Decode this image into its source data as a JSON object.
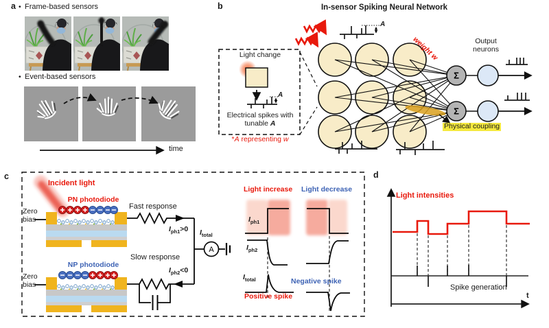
{
  "panel_a": {
    "label": "a",
    "bullet": "•",
    "frame_title": "Frame-based sensors",
    "event_title": "Event-based sensors",
    "time_label": "time"
  },
  "panel_b": {
    "label": "b",
    "title": "In-sensor Spiking Neural Network",
    "inset_title": "Light change",
    "caption_line1": "Electrical spikes with",
    "caption_line2": "tunable",
    "amplitude": "A",
    "footnote_star": "*",
    "footnote_a": "A",
    "footnote_mid": " representing ",
    "footnote_w": "w",
    "weight_label": "weight w",
    "sigma": "Σ",
    "output_line1": "Output",
    "output_line2": "neurons",
    "coupling": "Physical coupling"
  },
  "panel_c": {
    "label": "c",
    "incident": "Incident light",
    "pn": "PN photodiode",
    "np": "NP photodiode",
    "zero": "Zero",
    "bias": "bias",
    "fast": "Fast response",
    "slow": "Slow response",
    "I": "I",
    "sub_ph1": "ph1",
    "sub_ph2": "ph2",
    "sub_total": "total",
    "gt": ">0",
    "lt": "<0",
    "ammeter": "A",
    "inc": "Light increase",
    "dec": "Light decrease",
    "pos": "Positive spike",
    "neg": "Negative spike"
  },
  "panel_d": {
    "label": "d",
    "intensities": "Light intensities",
    "spikes": "Spike generation",
    "t": "t"
  },
  "colors": {
    "accent_red": "#e8190c",
    "accent_blue": "#3f64b5",
    "neuron_fill": "#f8ecc8",
    "sigma_fill": "#b4b4b4",
    "output_fill": "#dce8f7",
    "coupling_highlight": "#f5e93e",
    "coupling_gold": "#d9a01e",
    "electrode_yellow": "#f0b41e",
    "event_gray": "#9b9b9b"
  },
  "chart_data": {
    "type": "line",
    "title": "Light intensities with spike generation (panel d)",
    "xlabel": "t",
    "ylabel": "Light intensities",
    "steps": [
      {
        "t": 0.0,
        "level": 1.0
      },
      {
        "t": 1.0,
        "level": 1.45
      },
      {
        "t": 1.45,
        "level": 0.95
      },
      {
        "t": 2.2,
        "level": 1.35
      },
      {
        "t": 3.1,
        "level": 1.85
      },
      {
        "t": 4.6,
        "level": 1.35
      }
    ],
    "spikes": [
      {
        "t": 1.0,
        "polarity": "positive"
      },
      {
        "t": 1.45,
        "polarity": "negative"
      },
      {
        "t": 2.2,
        "polarity": "positive"
      },
      {
        "t": 3.1,
        "polarity": "positive"
      },
      {
        "t": 4.6,
        "polarity": "negative"
      }
    ],
    "grid": false,
    "legend": false
  }
}
